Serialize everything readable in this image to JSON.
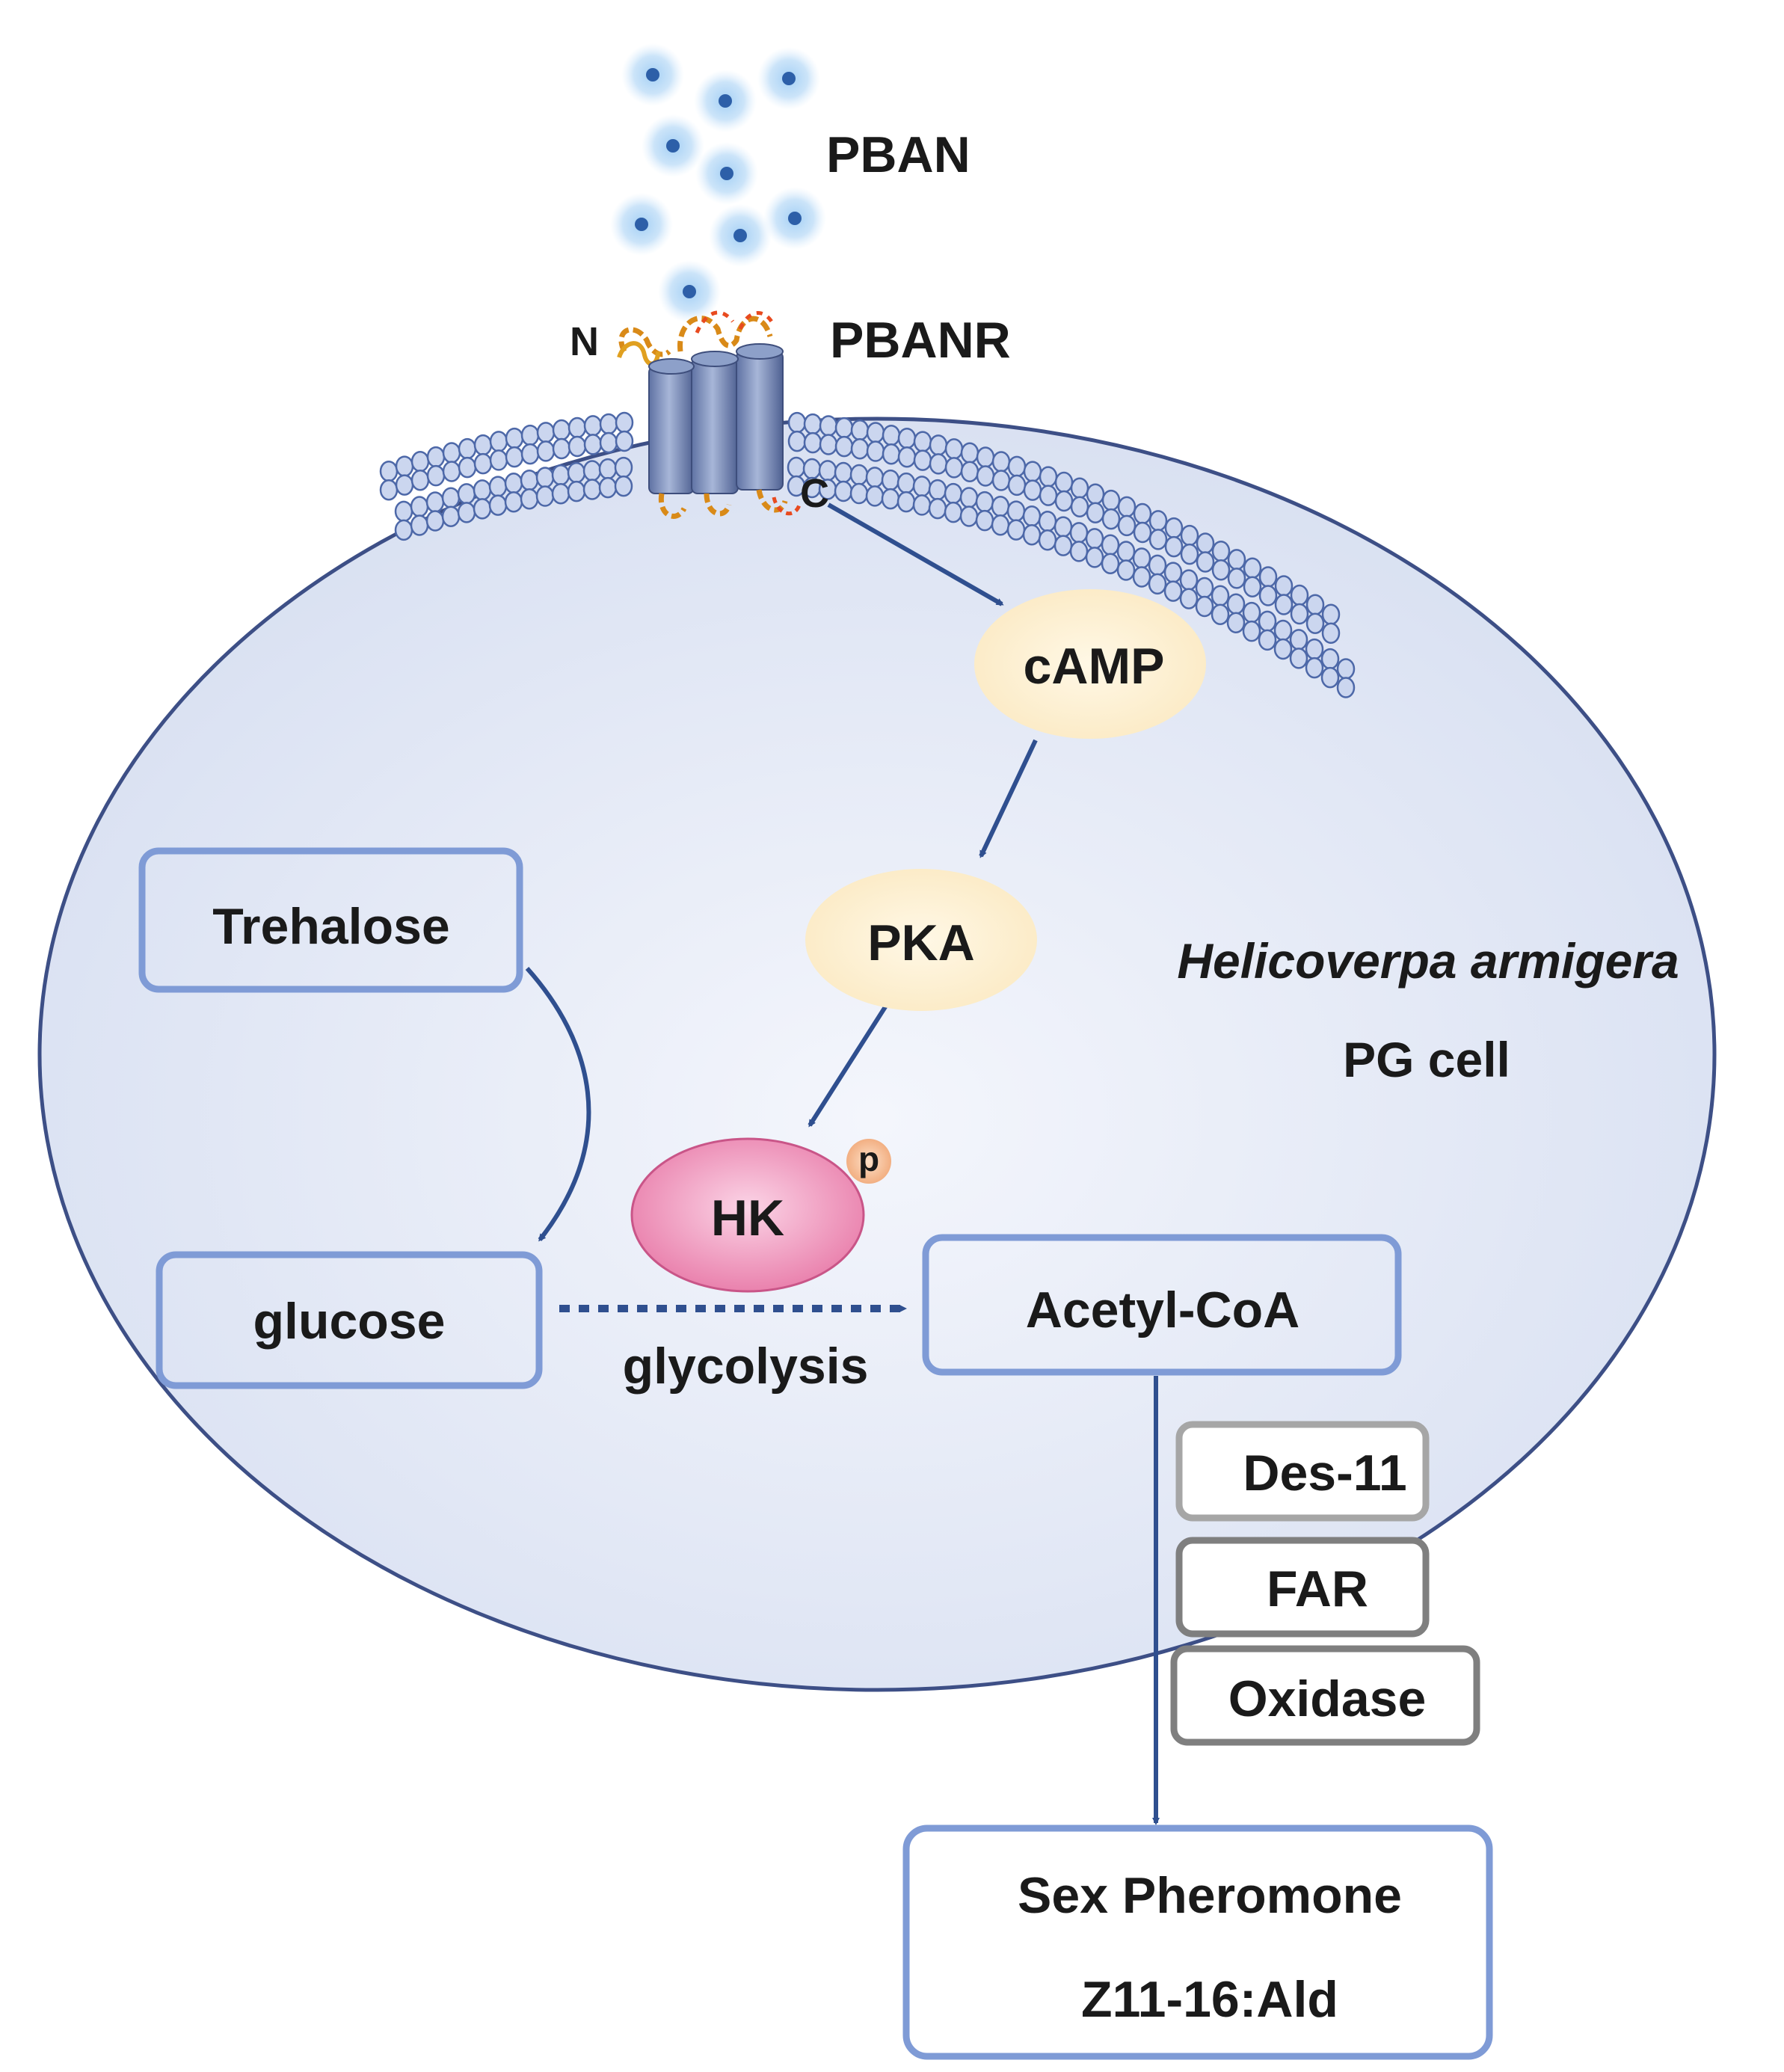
{
  "labels": {
    "pban": "PBAN",
    "pbanr": "PBANR",
    "n_terminus": "N",
    "c_terminus": "C",
    "camp": "cAMP",
    "pka": "PKA",
    "hk": "HK",
    "phospho": "p",
    "trehalose": "Trehalose",
    "glucose": "glucose",
    "glycolysis": "glycolysis",
    "acetyl_coa": "Acetyl-CoA",
    "species": "Helicoverpa armigera",
    "cell_type": "PG cell",
    "enzymes": [
      "Des-11",
      "FAR",
      "Oxidase"
    ],
    "product_line1": "Sex Pheromone",
    "product_line2": "Z11-16:Ald"
  },
  "colors": {
    "cell_fill": "#dde4f3",
    "cell_border": "#3d4f86",
    "membrane_head": "#cbd6ef",
    "membrane_stroke": "#4d68a8",
    "arrow": "#2f4f8f",
    "box_border": "#7f9bd6",
    "ellipse_fill": "#fdf0cf",
    "hk_fill": "#ee84b0",
    "phospho_fill": "#f3b282",
    "receptor": "#7386b0",
    "ligand": "#8ec0ee",
    "enzyme_border_light": "#a6a6a6",
    "enzyme_border_dark": "#7f7f7f"
  }
}
